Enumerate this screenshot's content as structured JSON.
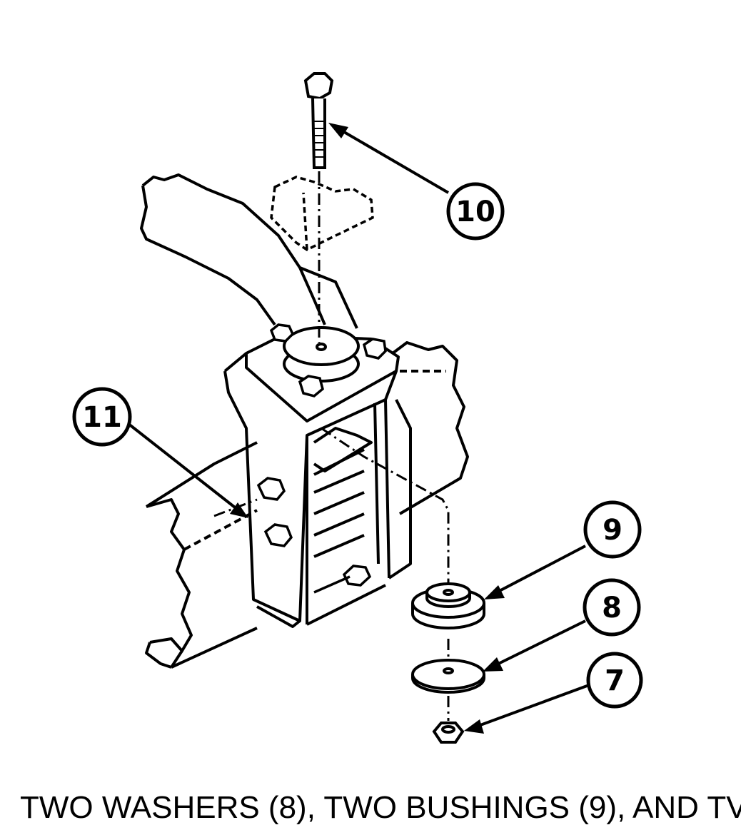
{
  "callouts": {
    "c10": "10",
    "c11": "11",
    "c9": "9",
    "c8": "8",
    "c7": "7"
  },
  "parts": {
    "p10": "bolt",
    "p11": "mount bracket",
    "p9": "bushing",
    "p8": "washer",
    "p7": "nut"
  },
  "caption": "TWO WASHERS (8), TWO BUSHINGS (9), AND TV"
}
